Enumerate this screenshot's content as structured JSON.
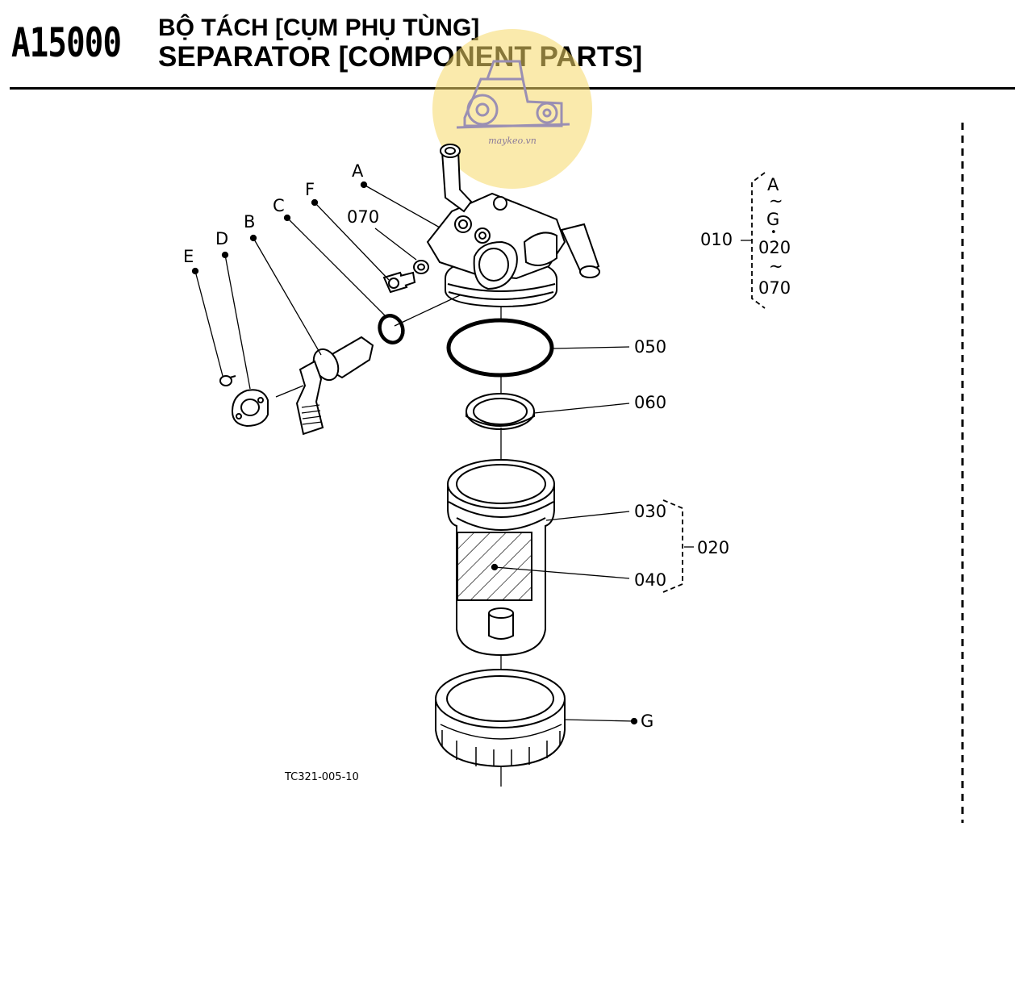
{
  "header": {
    "code": "A15000",
    "title_vi": "BỘ TÁCH [CỤM PHỤ TÙNG]",
    "title_en": "SEPARATOR [COMPONENT PARTS]"
  },
  "watermark": {
    "text": "maykeo.vn",
    "icon": "tractor-icon",
    "color": "#f6d868"
  },
  "labels": {
    "A": "A",
    "B": "B",
    "C": "C",
    "D": "D",
    "E": "E",
    "F": "F",
    "G": "G",
    "p070": "070",
    "p050": "050",
    "p060": "060",
    "p030": "030",
    "p040": "040",
    "p020": "020",
    "p010": "010"
  },
  "group_note": {
    "a": "A",
    "tilde1": "~",
    "g": "G",
    "dot": "•",
    "p020": "020",
    "tilde2": "~",
    "p070": "070"
  },
  "drawing_id": "TC321-005-10"
}
